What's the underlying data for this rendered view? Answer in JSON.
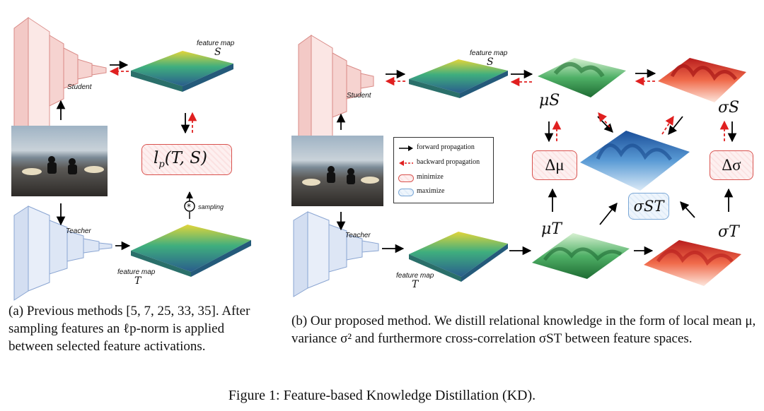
{
  "figure_caption": "Figure 1: Feature-based Knowledge Distillation (KD).",
  "panel_a": {
    "student_label": "Student",
    "teacher_label": "Teacher",
    "feature_map_label": "feature map",
    "feature_S": "S",
    "feature_T": "T",
    "loss": "l",
    "loss_sub": "p",
    "loss_args": "(T, S)",
    "sampling_label": "sampling",
    "caption": "(a) Previous methods [5, 7, 25, 33, 35]. After sampling features an ℓp-norm is applied between selected feature activations."
  },
  "panel_b": {
    "student_label": "Student",
    "teacher_label": "Teacher",
    "feature_map_label": "feature map",
    "feature_S": "S",
    "feature_T": "T",
    "mu_S": "μS",
    "mu_T": "μT",
    "sigma_S": "σS",
    "sigma_T": "σT",
    "delta_mu": "Δμ",
    "delta_sigma": "Δσ",
    "sigma_ST": "σST",
    "legend": {
      "forward": "forward propagation",
      "backward": "backward propagation",
      "minimize": "minimize",
      "maximize": "maximize"
    },
    "caption": "(b) Our proposed method. We distill relational knowledge in the form of local mean μ, variance σ² and furthermore cross-correlation σST between feature spaces."
  },
  "colors": {
    "student": "#e9a9a6",
    "teacher": "#a9bfe3",
    "forward_arrow": "#000000",
    "backward_arrow": "#e02020",
    "minimize": "#d9534f",
    "maximize": "#7aa7d6"
  }
}
